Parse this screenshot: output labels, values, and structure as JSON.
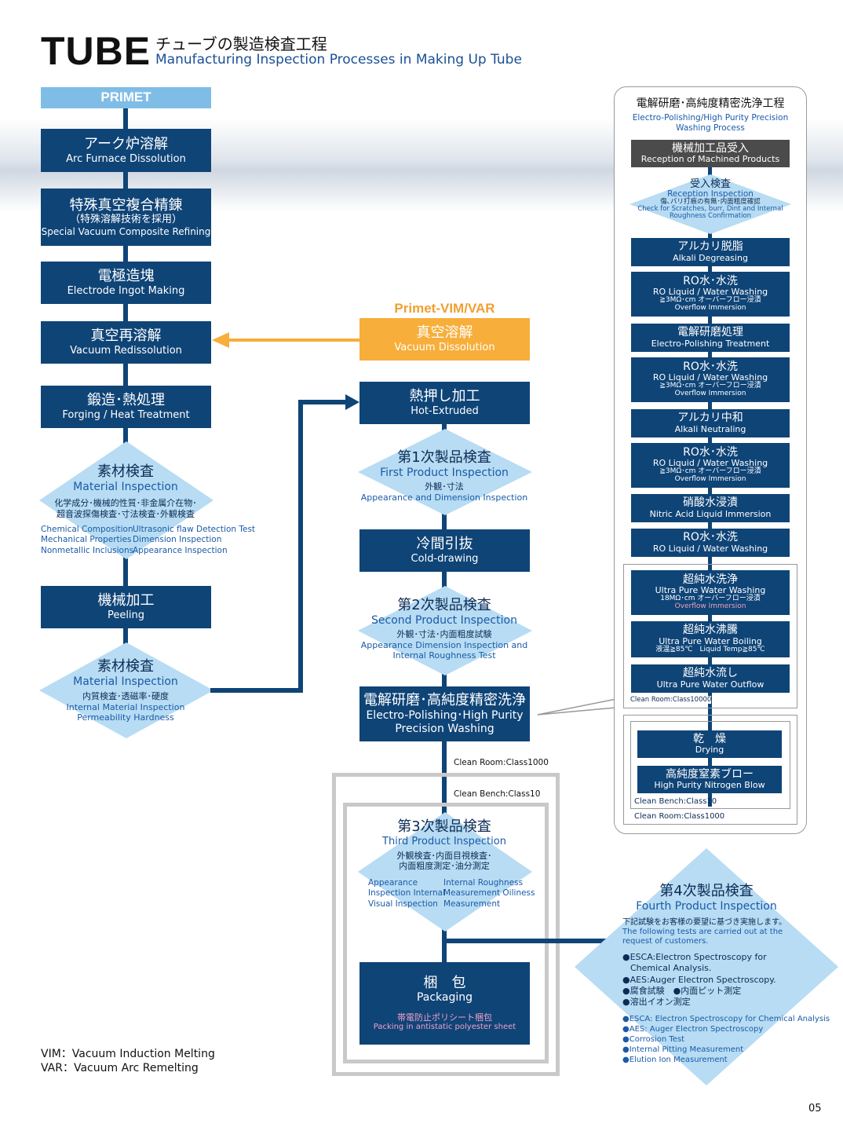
{
  "header": {
    "title": "TUBE",
    "subtitle_jp": "チューブの製造検査工程",
    "subtitle_en": "Manufacturing Inspection Processes in Making Up Tube"
  },
  "primet": {
    "label": "PRIMET",
    "steps": [
      {
        "jp": "アーク炉溶解",
        "en": "Arc Furnace Dissolution"
      },
      {
        "jp": "特殊真空複合精錬",
        "sub": "（特殊溶解技術を採用）",
        "en": "Special Vacuum Composite Refining"
      },
      {
        "jp": "電極造塊",
        "en": "Electrode Ingot Making"
      },
      {
        "jp": "真空再溶解",
        "en": "Vacuum Redissolution"
      },
      {
        "jp": "鍛造･熱処理",
        "en": "Forging / Heat Treatment"
      }
    ],
    "material_inspection_1": {
      "jp": "素材検査",
      "en": "Material Inspection",
      "detail_jp_1": "化学成分･機械的性質･非金属介在物･",
      "detail_jp_2": "超音波探傷検査･寸法検査･外観検査",
      "col1": [
        "Chemical Composition",
        "Mechanical Properties",
        "Nonmetallic Inclusions"
      ],
      "col2": [
        "Ultrasonic flaw Detection Test",
        "Dimension Inspection",
        "Appearance Inspection"
      ]
    },
    "peeling": {
      "jp": "機械加工",
      "en": "Peeling"
    },
    "material_inspection_2": {
      "jp": "素材検査",
      "en": "Material Inspection",
      "detail_jp": "内質検査･透磁率･硬度",
      "detail_en_1": "Internal Material Inspection",
      "detail_en_2": "Permeability Hardness"
    }
  },
  "vimvar": {
    "label": "Primet-VIM/VAR",
    "vacuum": {
      "jp": "真空溶解",
      "en": "Vacuum Dissolution"
    },
    "hot_extruded": {
      "jp": "熱押し加工",
      "en": "Hot-Extruded"
    },
    "first_inspection": {
      "jp": "第1次製品検査",
      "en": "First Product Inspection",
      "detail_jp": "外観･寸法",
      "detail_en": "Appearance and Dimension Inspection"
    },
    "cold_drawing": {
      "jp": "冷間引抜",
      "en": "Cold-drawing"
    },
    "second_inspection": {
      "jp": "第2次製品検査",
      "en": "Second Product Inspection",
      "detail_jp": "外観･寸法･内面粗度試験",
      "detail_en_1": "Appearance Dimension Inspection and",
      "detail_en_2": "Internal Roughness Test"
    },
    "polishing": {
      "jp": "電解研磨･高純度精密洗浄",
      "en_1": "Electro-Polishing･High Purity",
      "en_2": "Precision Washing"
    },
    "clean_room": "Clean Room:Class1000",
    "clean_bench": "Clean Bench:Class10",
    "third_inspection": {
      "jp": "第3次製品検査",
      "en": "Third Product Inspection",
      "detail_jp_1": "外観検査･内面目視検査･",
      "detail_jp_2": "内面粗度測定･油分測定",
      "col1": [
        "Appearance",
        "Inspection Internal",
        "Visual Inspection"
      ],
      "col2": [
        "Internal Roughness",
        "Measurement Oiliness",
        "Measurement"
      ]
    },
    "packaging": {
      "jp": "梱　包",
      "en": "Packaging",
      "detail_jp": "帯電防止ポリシート梱包",
      "detail_en": "Packing in antistatic polyester sheet"
    }
  },
  "washing_process": {
    "title_jp": "電解研磨･高純度精密洗浄工程",
    "title_en_1": "Electro-Polishing/High Purity Precision",
    "title_en_2": "Washing Process",
    "reception": {
      "jp": "機械加工品受入",
      "en": "Reception of Machined Products"
    },
    "reception_inspection": {
      "jp": "受入検査",
      "en": "Reception Inspection",
      "detail_jp": "傷､バリ打痕の有無･内面粗度確認",
      "detail_en_1": "Check for Scratches, burr, Dint and Internal",
      "detail_en_2": "Roughness Confirmation"
    },
    "steps": [
      {
        "jp": "アルカリ脱脂",
        "en": "Alkali Degreasing"
      },
      {
        "jp": "RO水･水洗",
        "en": "RO Liquid / Water Washing",
        "x1": "≧3MΩ･cm オーバーフロー浸漬",
        "x2": "Overflow Immersion"
      },
      {
        "jp": "電解研磨処理",
        "en": "Electro-Polishing Treatment"
      },
      {
        "jp": "RO水･水洗",
        "en": "RO Liquid / Water Washing",
        "x1": "≧3MΩ･cm オーバーフロー浸漬",
        "x2": "Overflow Immersion"
      },
      {
        "jp": "アルカリ中和",
        "en": "Alkali Neutraling"
      },
      {
        "jp": "RO水･水洗",
        "en": "RO Liquid / Water Washing",
        "x1": "≧3MΩ･cm オーバーフロー浸漬",
        "x2": "Overflow Immersion"
      },
      {
        "jp": "硝酸水浸漬",
        "en": "Nitric Acid Liquid Immersion"
      },
      {
        "jp": "RO水･水洗",
        "en": "RO Liquid / Water Washing"
      }
    ],
    "ultra": [
      {
        "jp": "超純水洗浄",
        "en": "Ultra Pure Water Washing",
        "x1": "18MΩ･cm オーバーフロー浸漬",
        "x2": "Overflow Immersion"
      },
      {
        "jp": "超純水沸騰",
        "en": "Ultra Pure Water Boiling",
        "x1": "液温≧85℃　Liquid Temp≧85℃"
      },
      {
        "jp": "超純水流し",
        "en": "Ultra Pure Water Outflow"
      }
    ],
    "clean_room_10000": "Clean Room:Class10000",
    "drying": {
      "jp": "乾　燥",
      "en": "Drying"
    },
    "nitrogen": {
      "jp": "高純度窒素ブロー",
      "en": "High Purity Nitrogen Blow"
    },
    "clean_bench": "Clean Bench:Class10",
    "clean_room_1000": "Clean Room:Class1000"
  },
  "fourth_inspection": {
    "jp": "第4次製品検査",
    "en": "Fourth Product Inspection",
    "intro_jp": "下記試験をお客様の要望に基づき実施します。",
    "intro_en_1": "The following tests are carried out at the",
    "intro_en_2": "request of customers.",
    "items_jp": [
      "●ESCA:Electron Spectroscopy for",
      "Chemical Analysis.",
      "●AES:Auger Electron Spectroscopy.",
      "●腐食試験　●内面ピット測定",
      "●溶出イオン測定"
    ],
    "items_en": [
      "●ESCA: Electron Spectroscopy for Chemical Analysis",
      "●AES: Auger Electron Spectroscopy",
      "●Corrosion Test",
      "●Internal Pitting Measurement",
      "●Elution Ion Measurement"
    ]
  },
  "legend": {
    "vim": "VIM：Vacuum Induction Melting",
    "var": "VAR：Vacuum Arc Remelting"
  },
  "page_number": "05"
}
